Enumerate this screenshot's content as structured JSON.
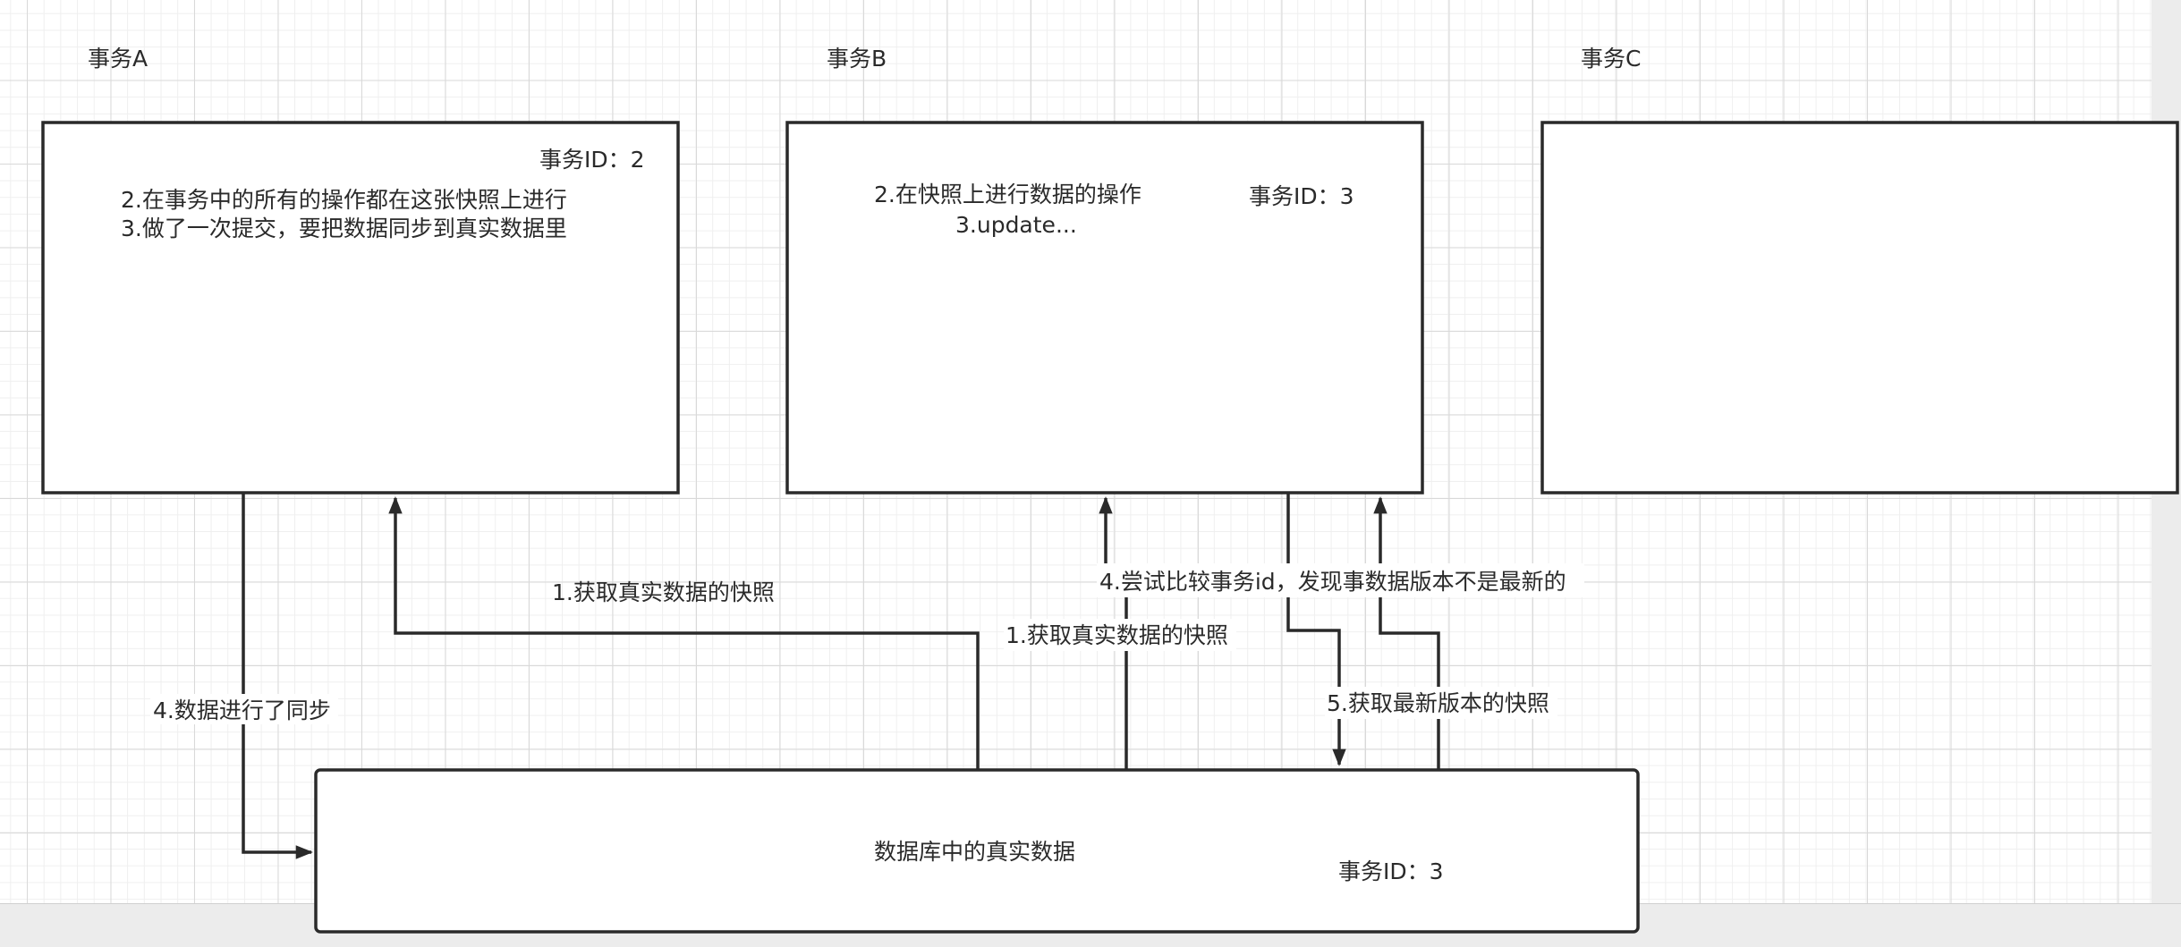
{
  "headers": {
    "tx_a": "事务A",
    "tx_b": "事务B",
    "tx_c": "事务C"
  },
  "box_a": {
    "id_label": "事务ID：2",
    "line1": "2.在事务中的所有的操作都在这张快照上进行",
    "line2": "3.做了一次提交，要把数据同步到真实数据里"
  },
  "box_b": {
    "id_label": "事务ID：3",
    "line1": "2.在快照上进行数据的操作",
    "line2": "3.update..."
  },
  "database": {
    "title": "数据库中的真实数据",
    "id_label": "事务ID：3"
  },
  "edge_labels": {
    "snapshot_a": "1.获取真实数据的快照",
    "snapshot_b": "1.获取真实数据的快照",
    "sync": "4.数据进行了同步",
    "compare": "4.尝试比较事务id，发现事数据版本不是最新的",
    "latest": "5.获取最新版本的快照"
  }
}
